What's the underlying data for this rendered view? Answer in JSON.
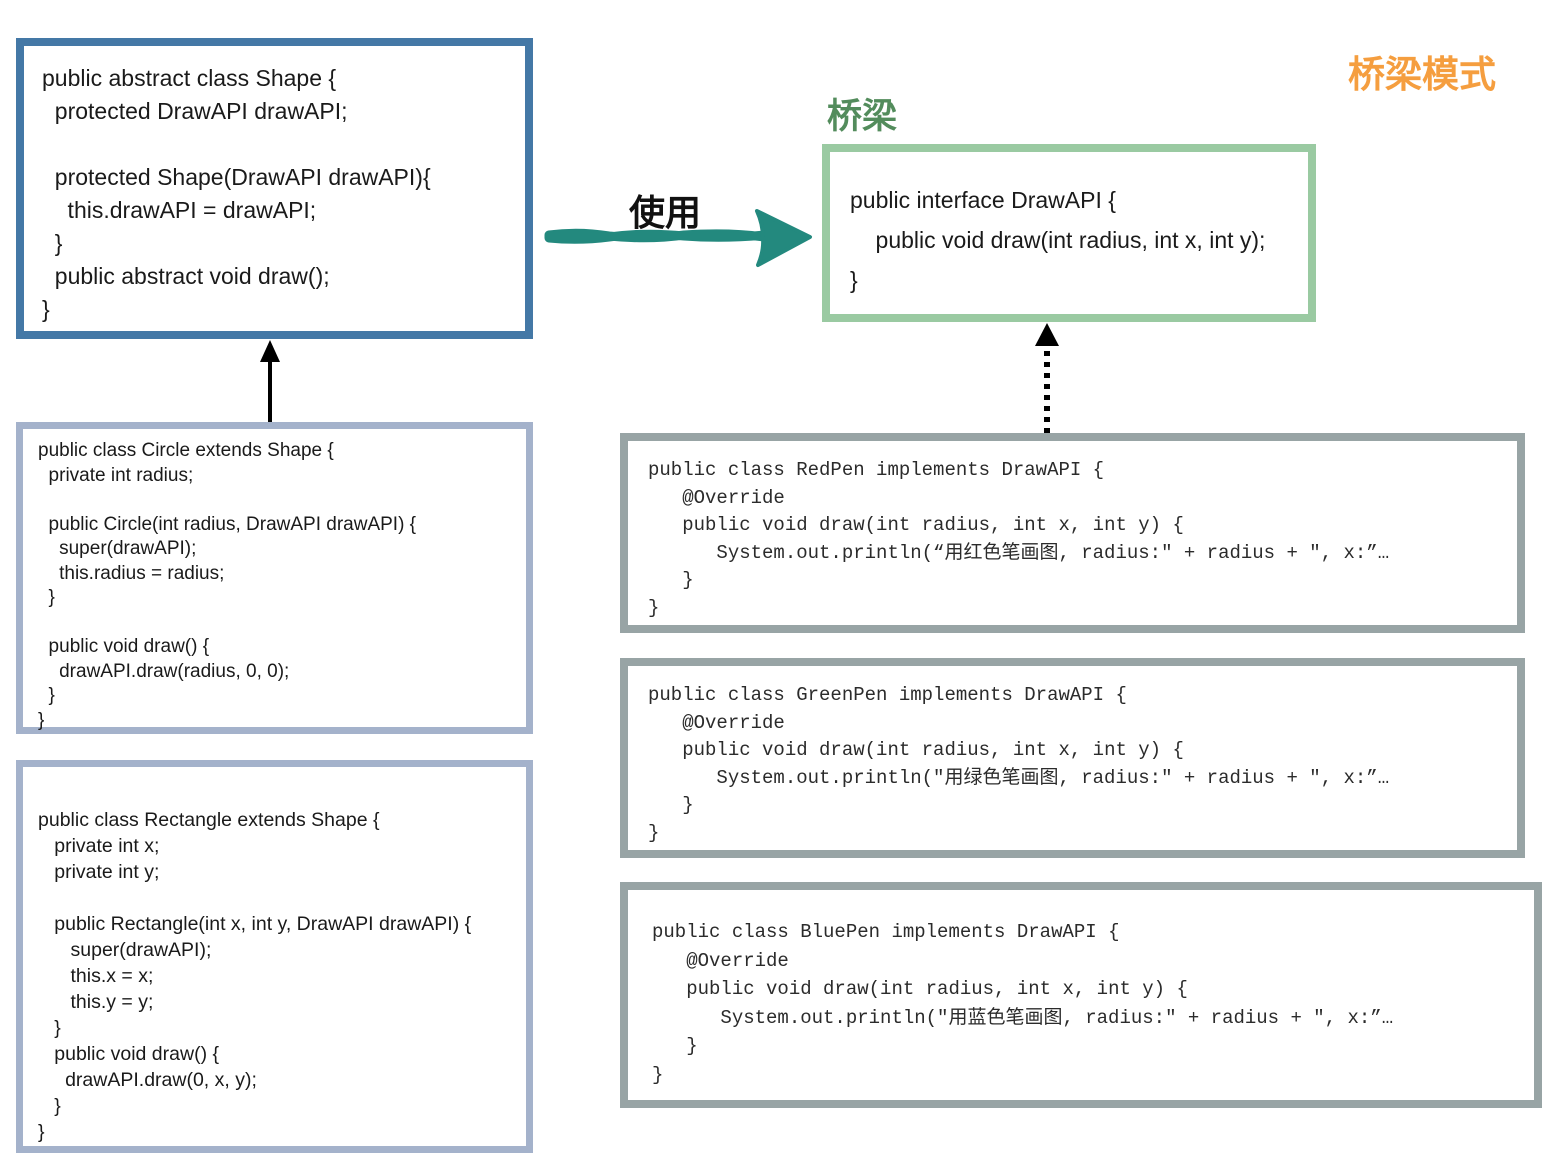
{
  "title": "桥梁模式",
  "labels": {
    "bridge": "桥梁",
    "use": "使用"
  },
  "colors": {
    "title_orange": "#f59e3f",
    "bridge_label_green": "#538c5c",
    "use_arrow_teal": "#23897e",
    "shape_box_border": "#4478a6",
    "subclass_box_border": "#a4b2cb",
    "interface_box_border": "#9acaa2",
    "pen_box_border": "#98a4a5",
    "relation_arrow_black": "#000000"
  },
  "boxes": {
    "shape": {
      "code": "public abstract class Shape {\n  protected DrawAPI drawAPI;\n\n  protected Shape(DrawAPI drawAPI){\n    this.drawAPI = drawAPI;\n  }\n  public abstract void draw();\n}"
    },
    "circle": {
      "code": "public class Circle extends Shape {\n  private int radius;\n\n  public Circle(int radius, DrawAPI drawAPI) {\n    super(drawAPI);\n    this.radius = radius;\n  }\n\n  public void draw() {\n    drawAPI.draw(radius, 0, 0);\n  }\n}"
    },
    "rectangle": {
      "code": "public class Rectangle extends Shape {\n   private int x;\n   private int y;\n\n   public Rectangle(int x, int y, DrawAPI drawAPI) {\n      super(drawAPI);\n      this.x = x;\n      this.y = y;\n   }\n   public void draw() {\n     drawAPI.draw(0, x, y);\n   }\n}"
    },
    "drawapi": {
      "code": "public interface DrawAPI {\n    public void draw(int radius, int x, int y);\n}"
    },
    "redpen": {
      "code": "public class RedPen implements DrawAPI {\n   @Override\n   public void draw(int radius, int x, int y) {\n      System.out.println(“用红色笔画图, radius:\" + radius + \", x:”…\n   }\n}"
    },
    "greenpen": {
      "code": "public class GreenPen implements DrawAPI {\n   @Override\n   public void draw(int radius, int x, int y) {\n      System.out.println(\"用绿色笔画图, radius:\" + radius + \", x:”…\n   }\n}"
    },
    "bluepen": {
      "code": "public class BluePen implements DrawAPI {\n   @Override\n   public void draw(int radius, int x, int y) {\n      System.out.println(\"用蓝色笔画图, radius:\" + radius + \", x:”…\n   }\n}"
    }
  }
}
